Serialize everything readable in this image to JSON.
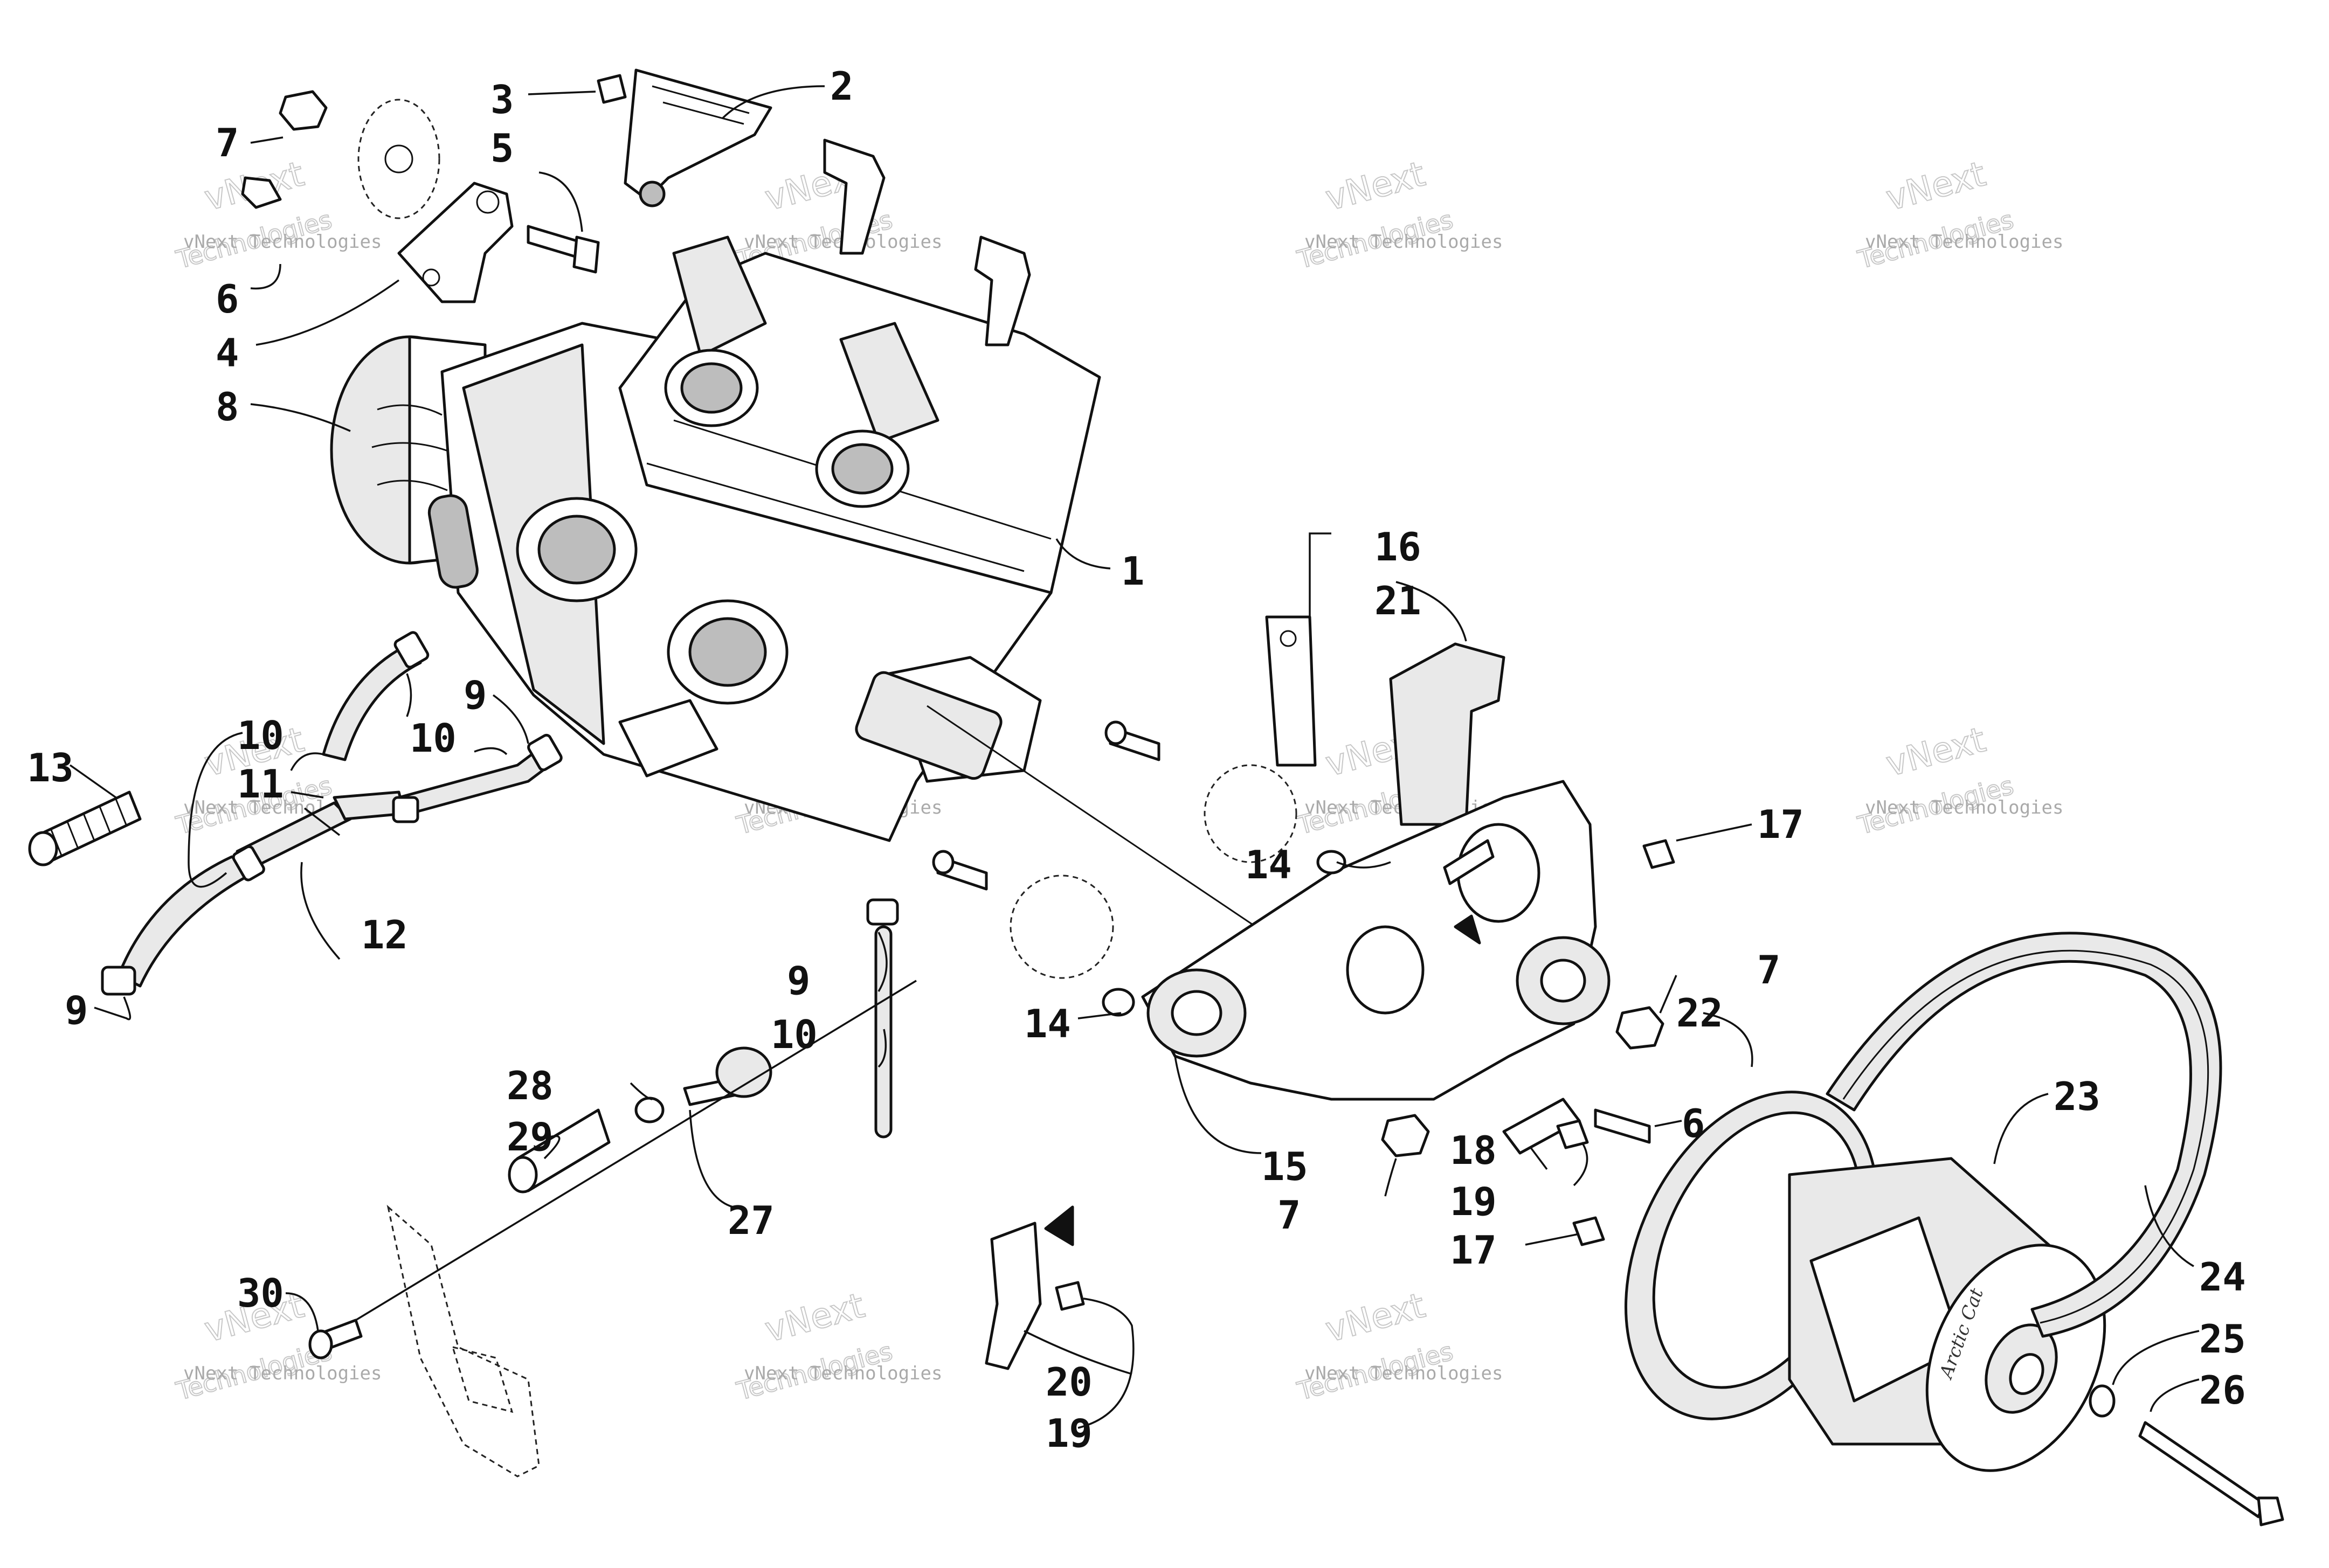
{
  "diagram": {
    "callouts": [
      "1",
      "2",
      "3",
      "4",
      "5",
      "6",
      "7",
      "8",
      "9",
      "10",
      "11",
      "12",
      "13",
      "14",
      "15",
      "16",
      "17",
      "18",
      "19",
      "20",
      "21",
      "22",
      "23",
      "24",
      "25",
      "26",
      "27",
      "28",
      "29",
      "30",
      "7",
      "6",
      "9",
      "10",
      "9",
      "10",
      "11",
      "9",
      "10",
      "14",
      "7",
      "6",
      "17",
      "17",
      "19",
      "19"
    ],
    "watermark": {
      "company": "vNext Technologies",
      "brand_top": "vNext",
      "brand_bottom": "Technologies"
    },
    "clutch_logo": "Arctic Cat"
  }
}
